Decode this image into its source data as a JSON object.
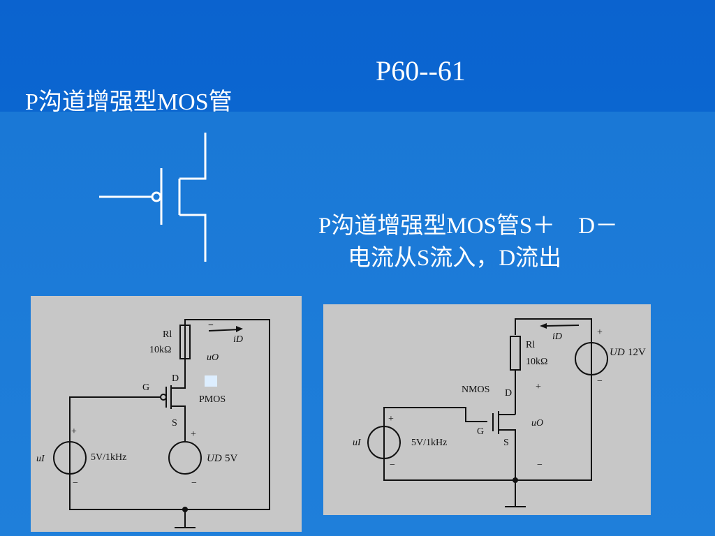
{
  "slide": {
    "page_title": "P60--61",
    "heading": "P沟道增强型MOS管",
    "description_line1": "P沟道增强型MOS管S＋　D－",
    "description_line2": "电流从S流入，D流出"
  },
  "colors": {
    "background_top": "#0b63cf",
    "background_bottom": "#1f7fda",
    "panel": "#c7c7c7",
    "text": "#ffffff"
  },
  "pmos_circuit": {
    "r_label": "R",
    "r_subscript": "l",
    "r_value": "10kΩ",
    "id_label": "i",
    "id_subscript": "D",
    "uo_label": "u",
    "uo_subscript": "O",
    "d_label": "D",
    "g_label": "G",
    "s_label": "S",
    "transistor_label": "PMOS",
    "ui_label": "u",
    "ui_subscript": "I",
    "source_value": "5V/1kHz",
    "ud_label": "U",
    "ud_subscript": "D",
    "ud_value": "5V",
    "plus_label": "+",
    "minus_label": "−",
    "current_minus": "−"
  },
  "nmos_circuit": {
    "id_label": "i",
    "id_subscript": "D",
    "r_label": "R",
    "r_subscript": "l",
    "r_value": "10kΩ",
    "ud_label": "U",
    "ud_subscript": "D",
    "ud_value": "12V",
    "transistor_label": "NMOS",
    "d_label": "D",
    "g_label": "G",
    "s_label": "S",
    "ui_label": "u",
    "ui_subscript": "I",
    "source_value": "5V/1kHz",
    "uo_label": "u",
    "uo_subscript": "O",
    "plus_label": "+",
    "minus_label": "−"
  }
}
